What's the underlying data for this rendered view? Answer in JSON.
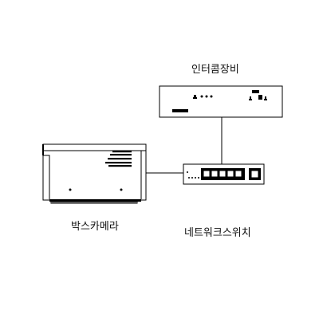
{
  "diagram": {
    "devices": {
      "intercom": {
        "label": "인터콤장비"
      },
      "box_camera": {
        "label": "박스카메라"
      },
      "network_switch": {
        "label": "네트워크스위치"
      }
    },
    "connections": [
      {
        "from": "intercom",
        "to": "network_switch"
      },
      {
        "from": "box_camera",
        "to": "network_switch"
      }
    ]
  }
}
